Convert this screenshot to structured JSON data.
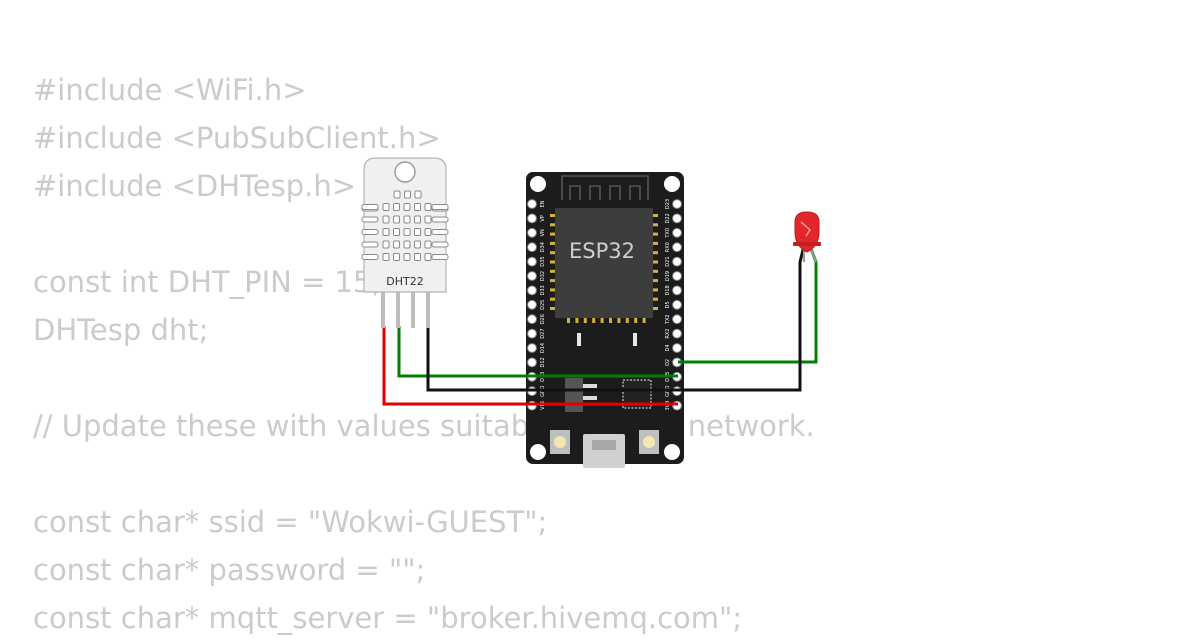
{
  "code": {
    "lines": [
      "#include <WiFi.h>",
      "#include <PubSubClient.h>",
      "#include <DHTesp.h>",
      "",
      "const int DHT_PIN = 15;",
      "DHTesp dht;",
      "",
      "// Update these with values suitable for your network.",
      "",
      "const char* ssid = \"Wokwi-GUEST\";",
      "const char* password = \"\";",
      "const char* mqtt_server = \"broker.hivemq.com\";"
    ]
  },
  "circuit": {
    "dht22": {
      "label": "DHT22"
    },
    "esp32": {
      "label": "ESP32",
      "left_pins": [
        "EN",
        "VP",
        "VN",
        "D34",
        "D35",
        "D32",
        "D33",
        "D25",
        "D26",
        "D27",
        "D14",
        "D12",
        "D13",
        "GND",
        "VIN"
      ],
      "right_pins": [
        "D23",
        "D22",
        "TX0",
        "RX0",
        "D21",
        "D19",
        "D18",
        "D5",
        "TX2",
        "RX2",
        "D4",
        "D2",
        "D15",
        "GND",
        "3V3"
      ]
    },
    "led": {
      "color": "#e3262b"
    },
    "wire_colors": {
      "power": "#e00000",
      "signal": "#008000",
      "ground": "#111111"
    }
  }
}
